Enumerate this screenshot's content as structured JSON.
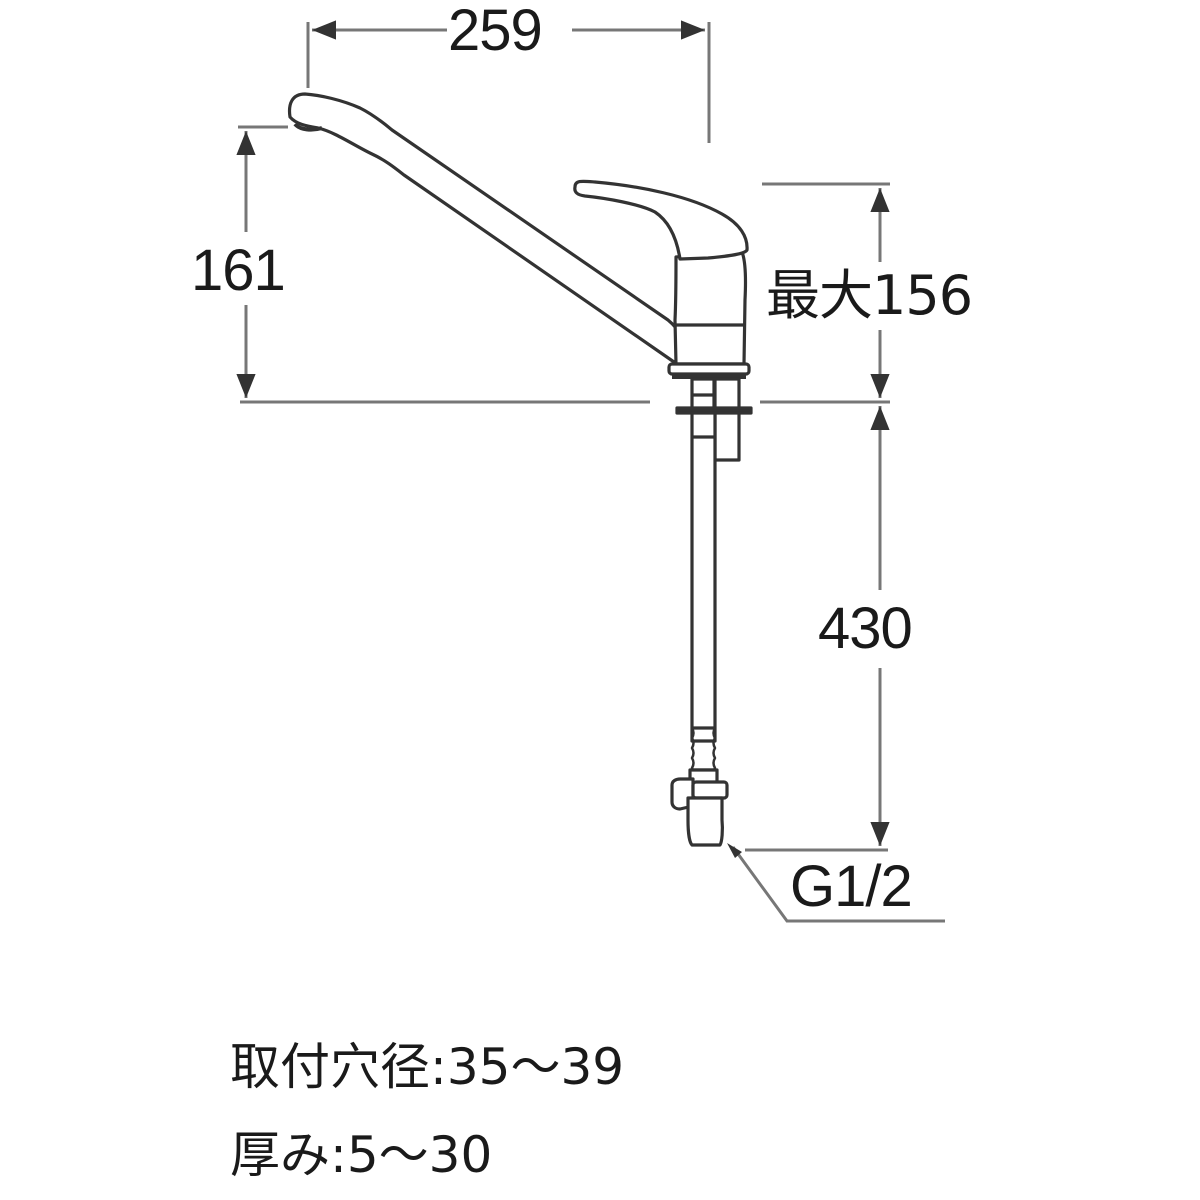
{
  "drawing": {
    "subject": "single-lever kitchen faucet side elevation",
    "line_color": "#333333",
    "dim_color": "#666666",
    "text_color": "#1a1a1a",
    "background": "#ffffff"
  },
  "dimensions": {
    "spout_reach": {
      "value": "259",
      "unit": "mm"
    },
    "spout_height": {
      "value": "161",
      "unit": "mm"
    },
    "max_height": {
      "value": "最大156",
      "unit": "mm"
    },
    "hose_length": {
      "value": "430",
      "unit": "mm"
    },
    "connection": {
      "value": "G1/2"
    }
  },
  "specs": [
    {
      "label": "取付穴径",
      "separator": ":",
      "value": "35〜39"
    },
    {
      "label": "厚み",
      "separator": ":",
      "value": "5〜30"
    }
  ]
}
